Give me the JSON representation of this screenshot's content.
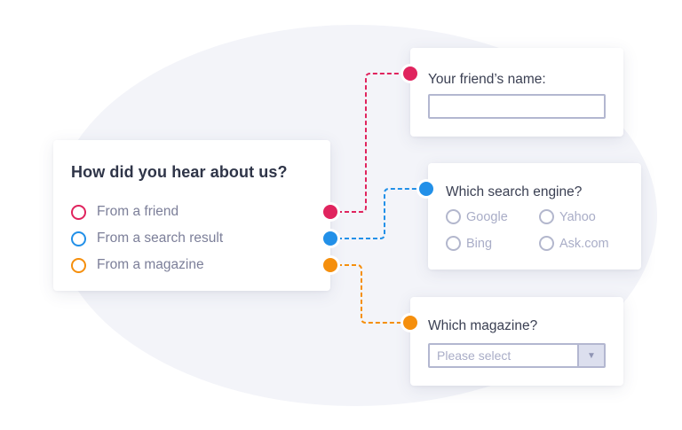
{
  "main_card": {
    "title": "How did you hear about us?",
    "options": [
      {
        "label": "From a friend",
        "color": "#e0245e"
      },
      {
        "label": "From a search result",
        "color": "#2290e8"
      },
      {
        "label": "From a magazine",
        "color": "#f58f0d"
      }
    ]
  },
  "friend_card": {
    "title": "Your friend’s name:",
    "input_value": ""
  },
  "search_card": {
    "title": "Which search engine?",
    "options": [
      "Google",
      "Yahoo",
      "Bing",
      "Ask.com"
    ]
  },
  "magazine_card": {
    "title": "Which magazine?",
    "select_placeholder": "Please select",
    "chevron_icon": "chevron-down-icon"
  },
  "colors": {
    "friend": "#e0245e",
    "search": "#2290e8",
    "magazine": "#f58f0d"
  }
}
